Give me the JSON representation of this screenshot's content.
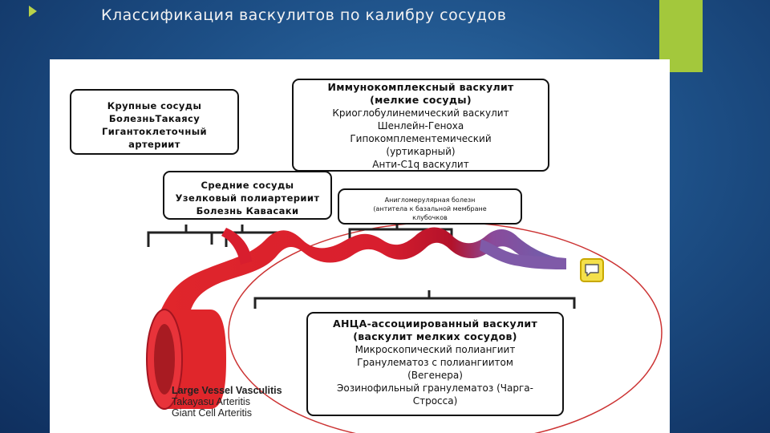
{
  "title": "Классификация васкулитов по калибру сосудов",
  "boxes": {
    "large": {
      "lines": [
        "Крупные сосуды",
        "БолезньТакаясу",
        "Гигантоклеточный",
        "артериит"
      ]
    },
    "medium": {
      "lines": [
        "Средние сосуды",
        "Узелковый полиартериит",
        "Болезнь Кавасаки"
      ]
    },
    "immune": {
      "title_lines": [
        "Иммунокомплексный васкулит",
        "(мелкие сосуды)"
      ],
      "lines": [
        "Криоглобулинемический васкулит",
        "Шенлейн-Геноха",
        "Гипокомплементемический",
        "(уртикарный)",
        "Анти-С1q васкулит"
      ]
    },
    "glom": {
      "lines": [
        "Анигломерулярная болезн",
        "(антитела к базальной мембране",
        "клубочков"
      ]
    },
    "anca": {
      "title_lines": [
        "АНЦА-ассоциированный васкулит",
        "(васкулит мелких сосудов)"
      ],
      "lines": [
        "Микроскопический полиангиит",
        "Гранулематоз с полиангиитом",
        "(Вегенера)",
        "Эозинофильный гранулематоз (Чарга-",
        "Стросса)"
      ]
    }
  },
  "caption": {
    "line1": "Large Vessel Vasculitis",
    "line2": "Takayasu Arteritis",
    "line3": "Giant Cell Arteritis"
  },
  "colors": {
    "vessel_red": "#e0262b",
    "vessel_dark_red": "#b3122a",
    "vessel_purple": "#7f5aa8",
    "ellipse": "#cc3333",
    "accent_green": "#a3c83c"
  },
  "icons": [
    "comment-icon",
    "bullet-arrow-icon"
  ]
}
